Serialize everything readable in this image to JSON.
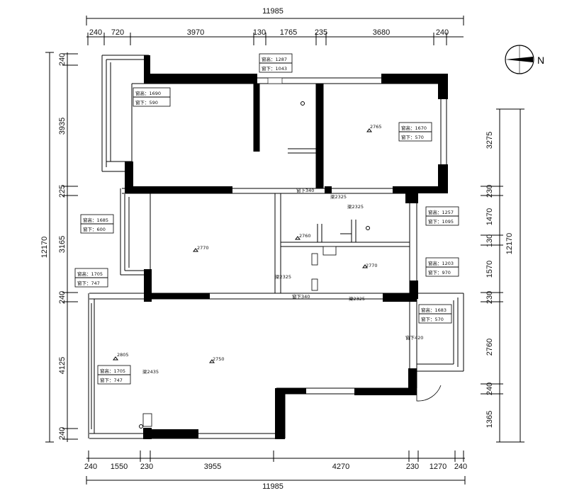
{
  "overall": {
    "top_total": "11985",
    "bottom_total": "11985",
    "left_total": "12170",
    "right_total": "12170"
  },
  "top_dims": [
    "240",
    "720",
    "3970",
    "130",
    "1765",
    "235",
    "3680",
    "240"
  ],
  "bottom_dims": [
    "240",
    "1550",
    "230",
    "3955",
    "4270",
    "230",
    "1270",
    "240"
  ],
  "left_dims": [
    "240",
    "3935",
    "225",
    "3165",
    "240",
    "4125",
    "240"
  ],
  "right_dims": [
    "3275",
    "230",
    "1470",
    "130",
    "1570",
    "230",
    "2760",
    "240",
    "1365"
  ],
  "compass": {
    "label": "N"
  },
  "window_notes": [
    {
      "h": "窗高：1287",
      "s": "窗下：1043"
    },
    {
      "h": "窗高：1690",
      "s": "窗下：590"
    },
    {
      "h": "窗高：1670",
      "s": "窗下：570"
    },
    {
      "h": "窗高：1685",
      "s": "窗下：600"
    },
    {
      "h": "窗高：1705",
      "s": "窗下：747"
    },
    {
      "h": "窗高：1257",
      "s": "窗下：1095"
    },
    {
      "h": "窗高：1203",
      "s": "窗下：970"
    },
    {
      "h": "窗高：1683",
      "s": "窗下：570"
    },
    {
      "h": "窗高：1705",
      "s": "窗下：747"
    }
  ],
  "heights": [
    "2765",
    "2770",
    "2760",
    "2770",
    "2805",
    "2750"
  ],
  "beams": [
    "梁2325",
    "梁2325",
    "梁2325",
    "梁2325",
    "梁2435"
  ],
  "door_heights": [
    "窗下340",
    "窗下340",
    "窗下420"
  ]
}
